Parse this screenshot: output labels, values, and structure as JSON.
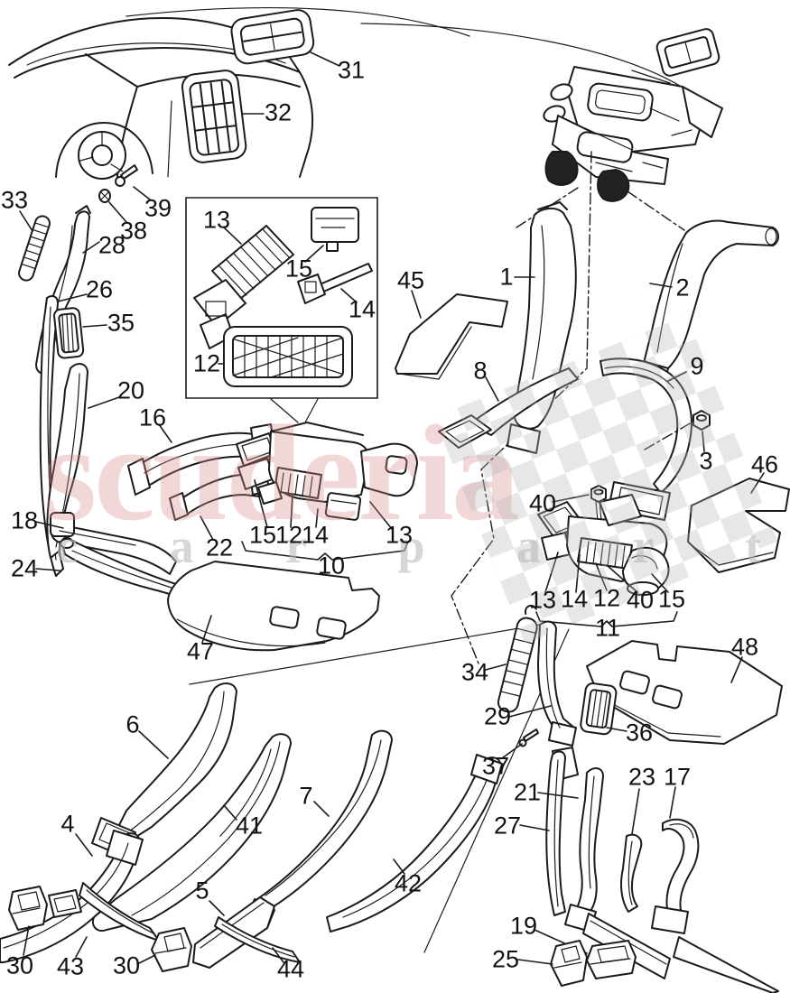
{
  "title": "air ducts parts diagram",
  "watermark": {
    "line1": "scuderia",
    "line2": "c a r   p a r t s"
  },
  "colors": {
    "line": "#1b1b1b",
    "watermark_pink": "rgba(214,138,138,0.34)",
    "watermark_gray": "rgba(187,187,187,0.6)",
    "background": "#ffffff"
  },
  "callouts": {
    "c31": "31",
    "c32": "32",
    "c33": "33",
    "c39": "39",
    "c38": "38",
    "c28": "28",
    "c26": "26",
    "c35": "35",
    "c20": "20",
    "c16": "16",
    "c13_inset": "13",
    "c15_inset": "15",
    "c14_inset": "14",
    "c12_inset": "12",
    "c45": "45",
    "c1": "1",
    "c2": "2",
    "c8": "8",
    "c9": "9",
    "c3": "3",
    "c46": "46",
    "c40_mid": "40",
    "c18": "18",
    "c24": "24",
    "c22": "22",
    "c15_10": "15",
    "c12_10": "12",
    "c14_10": "14",
    "c13_10": "13",
    "c10": "10",
    "c13_11": "13",
    "c14_11": "14",
    "c12_11": "12",
    "c40_11": "40",
    "c15_11": "15",
    "c11": "11",
    "c47": "47",
    "c34": "34",
    "c29": "29",
    "c37": "37",
    "c36": "36",
    "c48": "48",
    "c6": "6",
    "c41": "41",
    "c4": "4",
    "c7": "7",
    "c42": "42",
    "c5": "5",
    "c30_left": "30",
    "c43": "43",
    "c30_mid": "30",
    "c44": "44",
    "c21": "21",
    "c27": "27",
    "c23": "23",
    "c17": "17",
    "c19": "19",
    "c25": "25"
  }
}
